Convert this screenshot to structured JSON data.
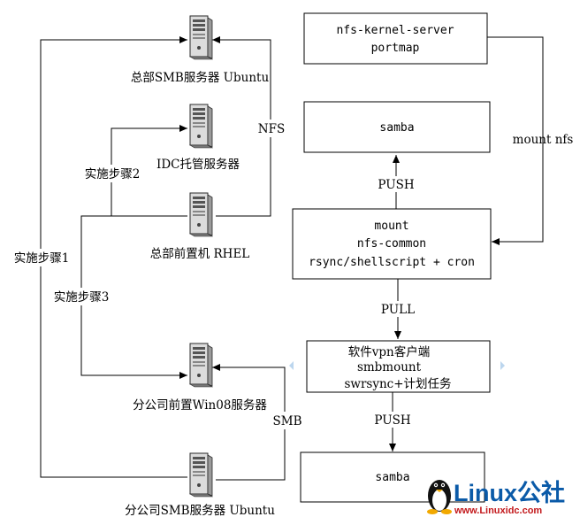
{
  "servers": {
    "hq_smb": "总部SMB服务器 Ubuntu",
    "idc": "IDC托管服务器",
    "hq_front": "总部前置机 RHEL",
    "branch_front": "分公司前置Win08服务器",
    "branch_smb": "分公司SMB服务器 Ubuntu"
  },
  "steps": {
    "step1": "实施步骤1",
    "step2": "实施步骤2",
    "step3": "实施步骤3"
  },
  "links": {
    "nfs": "NFS",
    "smb": "SMB",
    "mount_nfs": "mount nfs",
    "push_top": "PUSH",
    "pull": "PULL",
    "push_bottom": "PUSH"
  },
  "boxes": {
    "nfs_server": [
      "nfs-kernel-server",
      "portmap"
    ],
    "samba_top": [
      "samba"
    ],
    "mount_box": [
      "mount",
      "nfs-common",
      "rsync/shellscript + cron"
    ],
    "vpn_box": [
      "软件vpn客户端",
      "smbmount",
      "swrsync+计划任务"
    ],
    "samba_bottom": [
      "samba"
    ]
  },
  "logo": {
    "text": "Linux公社",
    "url": "www.Linuxidc.com"
  }
}
